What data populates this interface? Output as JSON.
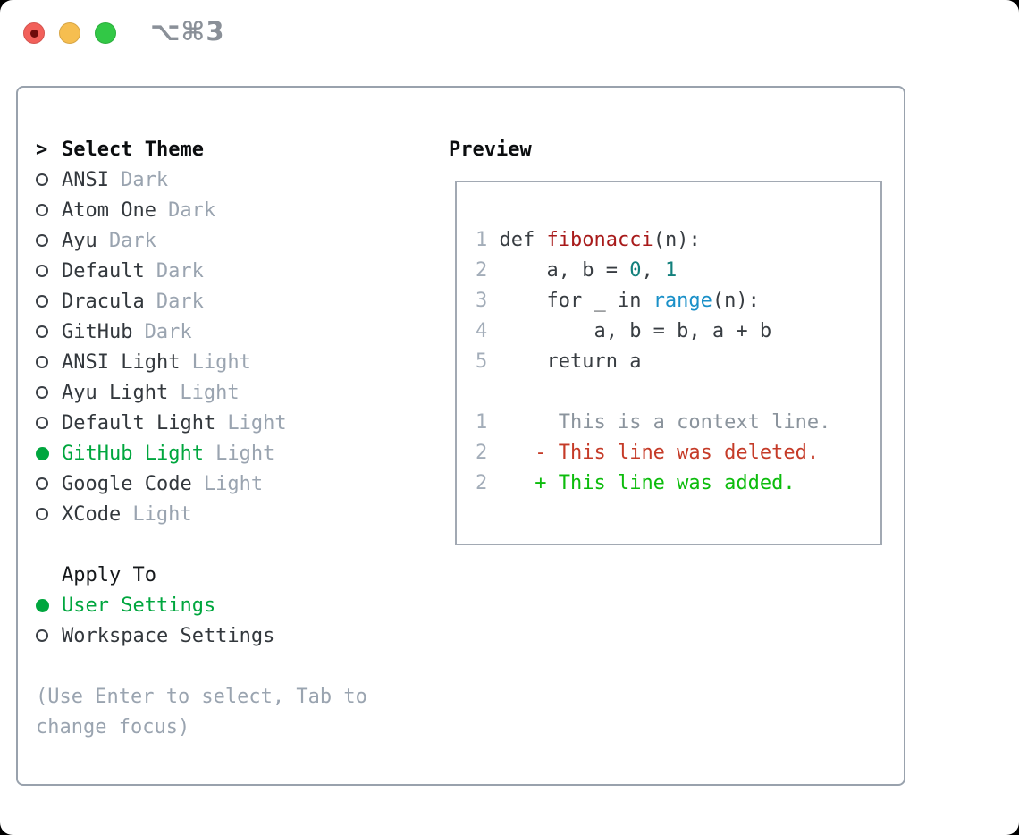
{
  "window": {
    "shortcut_label": "⌥⌘3",
    "traffic_lights": [
      "close",
      "minimize",
      "zoom"
    ]
  },
  "theme_picker": {
    "prompt": ">",
    "title": "Select Theme",
    "themes": [
      {
        "name": "ANSI",
        "variant": "Dark",
        "selected": false
      },
      {
        "name": "Atom One",
        "variant": "Dark",
        "selected": false
      },
      {
        "name": "Ayu",
        "variant": "Dark",
        "selected": false
      },
      {
        "name": "Default",
        "variant": "Dark",
        "selected": false
      },
      {
        "name": "Dracula",
        "variant": "Dark",
        "selected": false
      },
      {
        "name": "GitHub",
        "variant": "Dark",
        "selected": false
      },
      {
        "name": "ANSI Light",
        "variant": "Light",
        "selected": false
      },
      {
        "name": "Ayu Light",
        "variant": "Light",
        "selected": false
      },
      {
        "name": "Default Light",
        "variant": "Light",
        "selected": false
      },
      {
        "name": "GitHub Light",
        "variant": "Light",
        "selected": true
      },
      {
        "name": "Google Code",
        "variant": "Light",
        "selected": false
      },
      {
        "name": "XCode",
        "variant": "Light",
        "selected": false
      }
    ],
    "apply_to": {
      "title": "Apply To",
      "options": [
        {
          "label": "User Settings",
          "selected": true
        },
        {
          "label": "Workspace Settings",
          "selected": false
        }
      ]
    },
    "hint_line1": "(Use Enter to select, Tab to",
    "hint_line2": "change focus)"
  },
  "preview": {
    "title": "Preview",
    "code_lines": [
      {
        "num": "1",
        "tokens": [
          {
            "t": " def ",
            "c": "plain"
          },
          {
            "t": "fibonacci",
            "c": "func"
          },
          {
            "t": "(n):",
            "c": "plain"
          }
        ]
      },
      {
        "num": "2",
        "tokens": [
          {
            "t": "     a, b = ",
            "c": "plain"
          },
          {
            "t": "0",
            "c": "num"
          },
          {
            "t": ", ",
            "c": "plain"
          },
          {
            "t": "1",
            "c": "num"
          }
        ]
      },
      {
        "num": "3",
        "tokens": [
          {
            "t": "     for _ in ",
            "c": "plain"
          },
          {
            "t": "range",
            "c": "builtin"
          },
          {
            "t": "(n):",
            "c": "plain"
          }
        ]
      },
      {
        "num": "4",
        "tokens": [
          {
            "t": "         a, b = b, a + b",
            "c": "plain"
          }
        ]
      },
      {
        "num": "5",
        "tokens": [
          {
            "t": "     return a",
            "c": "plain"
          }
        ]
      }
    ],
    "diff_lines": [
      {
        "num": "1",
        "tokens": [
          {
            "t": "      This is a context line.",
            "c": "context"
          }
        ]
      },
      {
        "num": "2",
        "tokens": [
          {
            "t": "    ",
            "c": "plain"
          },
          {
            "t": "- This line was deleted.",
            "c": "del"
          }
        ]
      },
      {
        "num": "2",
        "tokens": [
          {
            "t": "    ",
            "c": "plain"
          },
          {
            "t": "+ This line was added.",
            "c": "add"
          }
        ]
      }
    ]
  },
  "colors": {
    "selected_green": "#00a63e",
    "added_green": "#0cbc0c",
    "deleted_red": "#c53b28",
    "function_red": "#a81a1a",
    "builtin_blue": "#1a90c8",
    "number_teal": "#12807c",
    "context_gray": "#8b949d",
    "muted_gray": "#9aa4b0",
    "text_dark": "#33383d",
    "panel_border": "#99a2ad",
    "traffic_red": "#f2605a",
    "traffic_yellow": "#f6be50",
    "traffic_green": "#32c846"
  }
}
